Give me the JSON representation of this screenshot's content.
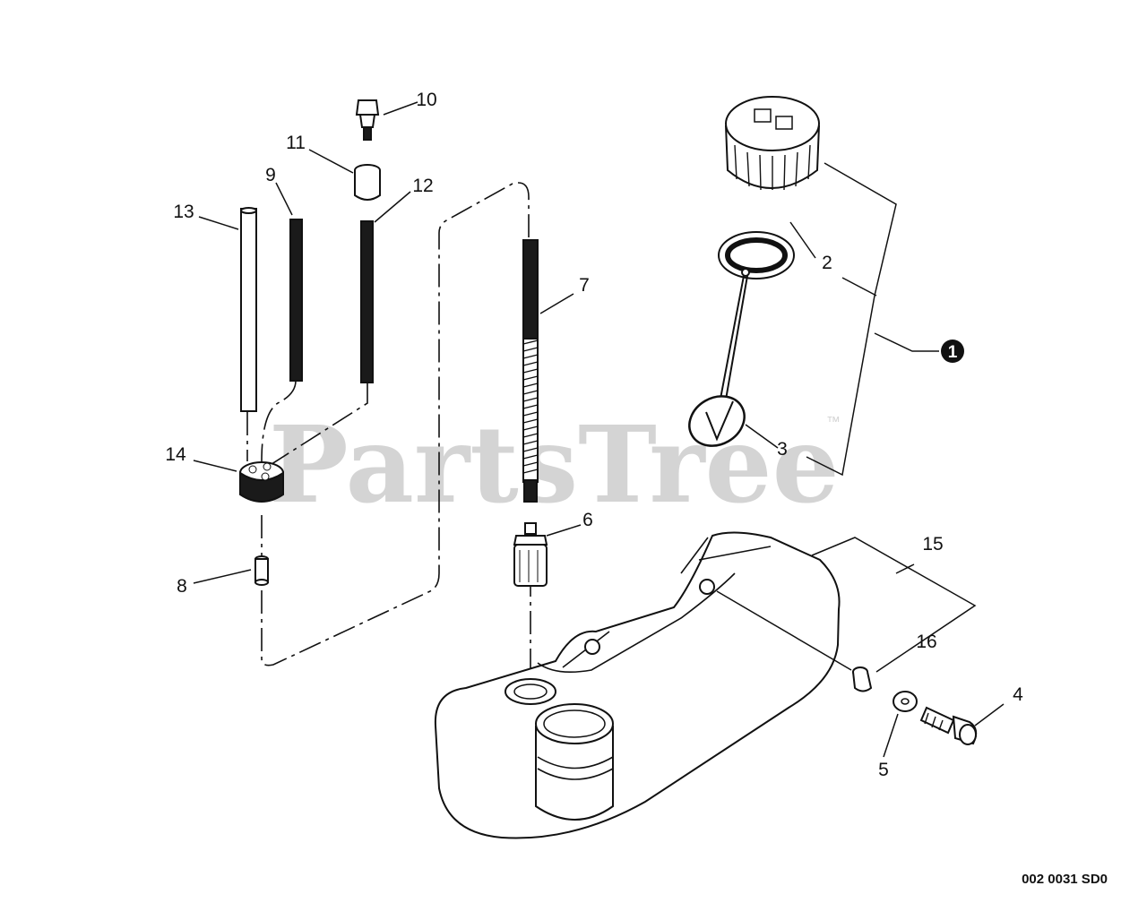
{
  "watermark": {
    "brand": "PartsTree",
    "tm": "™"
  },
  "diagram_code": "002 0031 SD0",
  "labels": {
    "l1": "1",
    "l2": "2",
    "l3": "3",
    "l4": "4",
    "l5": "5",
    "l6": "6",
    "l7": "7",
    "l8": "8",
    "l9": "9",
    "l10": "10",
    "l11": "11",
    "l12": "12",
    "l13": "13",
    "l14": "14",
    "l15": "15",
    "l16": "16"
  }
}
